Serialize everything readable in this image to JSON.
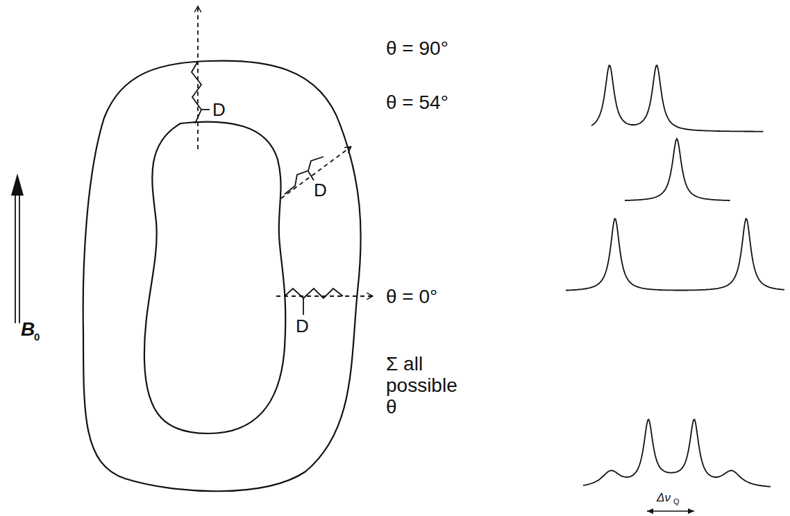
{
  "diagram": {
    "labels": [
      "B",
      "0",
      "D",
      "D",
      "D",
      "θ = 90°",
      "θ = 54°",
      "θ = 0°",
      "Σ all possible θ",
      "Δν",
      "Q"
    ]
  }
}
